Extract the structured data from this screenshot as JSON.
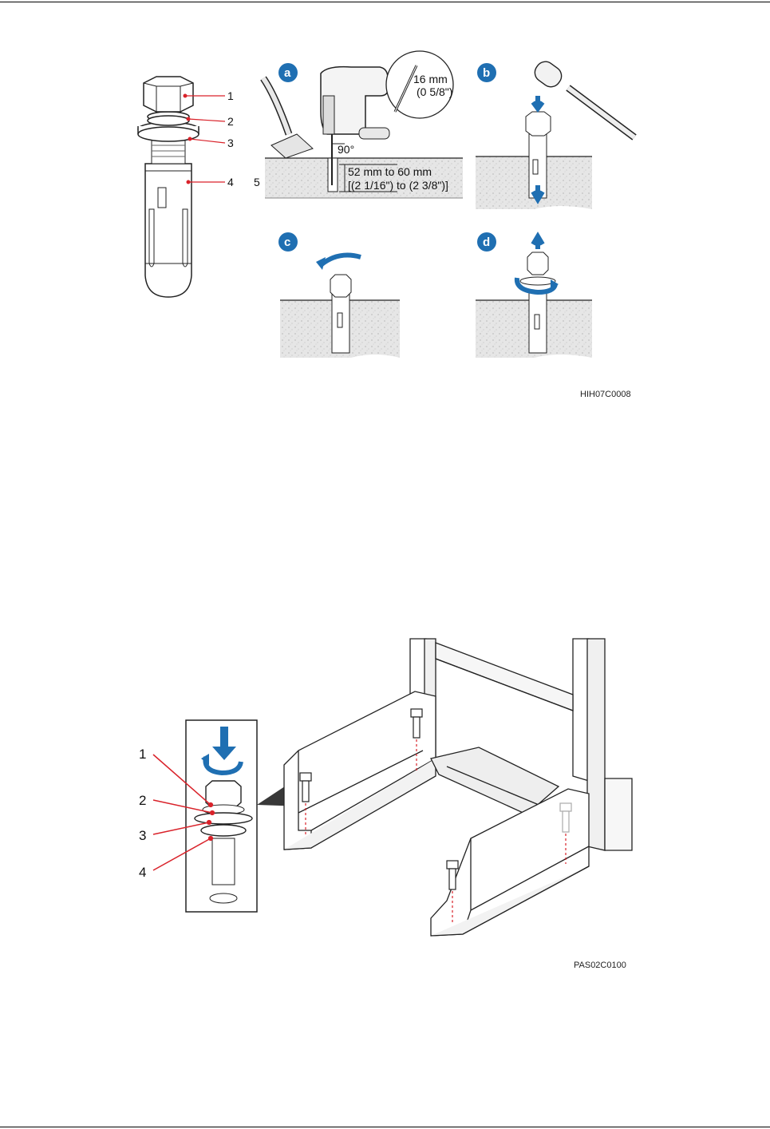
{
  "figure1": {
    "code": "HIH07C0008",
    "callouts": [
      "1",
      "2",
      "3",
      "4",
      "5"
    ],
    "steps": [
      "a",
      "b",
      "c",
      "d"
    ],
    "drill_bit_size": "16 mm",
    "drill_bit_size_imperial": "(0 5/8\")",
    "drill_angle": "90°",
    "hole_depth": "52 mm to 60 mm",
    "hole_depth_imperial": "[(2 1/16\") to (2 3/8\")]"
  },
  "figure2": {
    "code": "PAS02C0100",
    "callouts": [
      "1",
      "2",
      "3",
      "4"
    ]
  },
  "colors": {
    "accent": "#1f6fb2",
    "leader": "#d9222a",
    "concrete": "#d9d9d9"
  }
}
